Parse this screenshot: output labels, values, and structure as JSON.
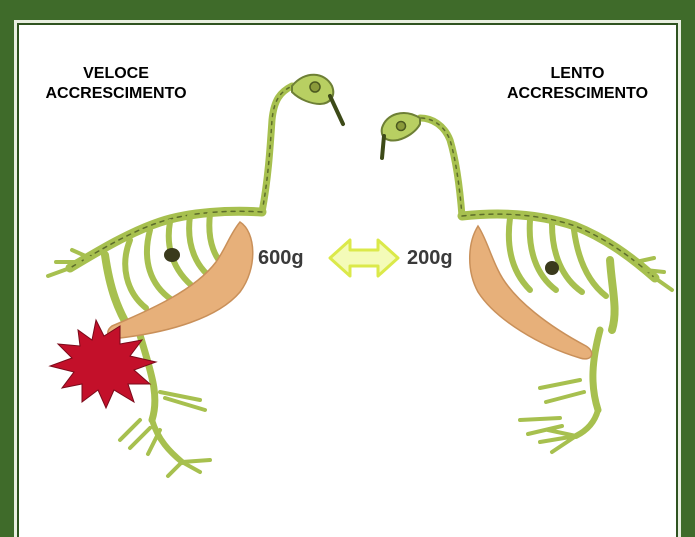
{
  "labels": {
    "left_title_line1": "VELOCE",
    "left_title_line2": "ACCRESCIMENTO",
    "right_title_line1": "LENTO",
    "right_title_line2": "ACCRESCIMENTO"
  },
  "weights": {
    "left": "600g",
    "right": "200g"
  },
  "colors": {
    "frame": "#3f6b2a",
    "skeleton": "#a7c04f",
    "muscle": "#e7b07a",
    "lesion": "#c3102a",
    "arrow": "#e8f55a"
  }
}
